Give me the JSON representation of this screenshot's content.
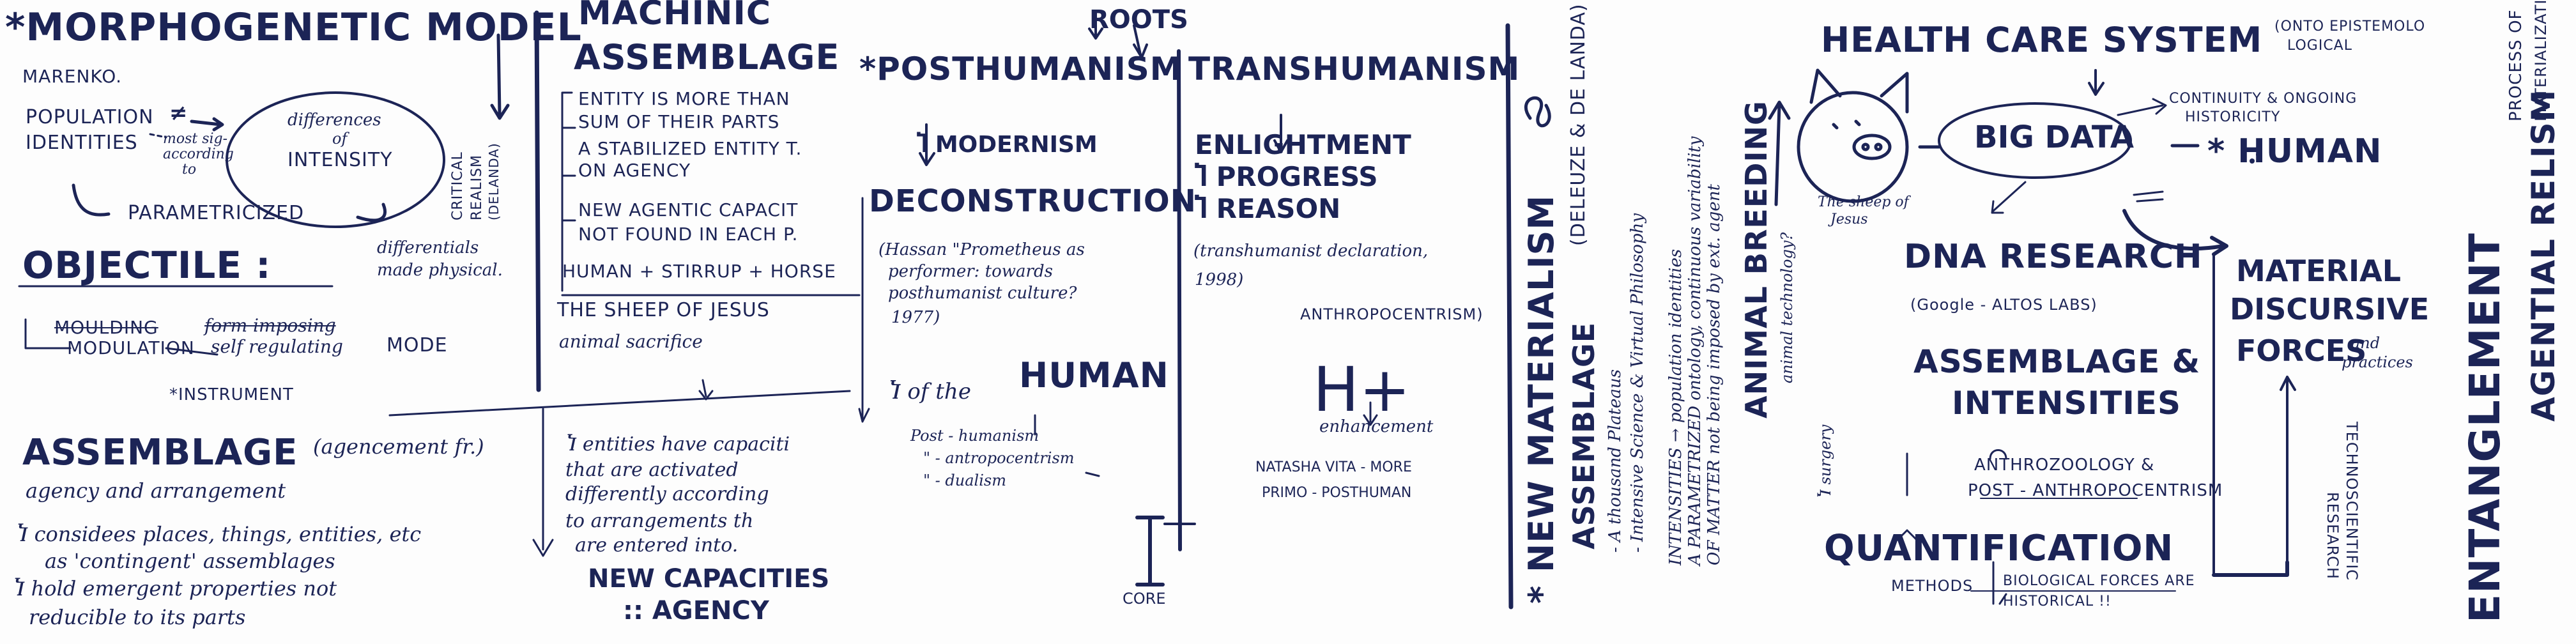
{
  "morpho": {
    "title": "*MORPHOGENETIC MODEL",
    "author": "MARENKO.",
    "pop_line1": "POPULATION",
    "pop_line2": "IDENTITIES",
    "pop_sym": "≠",
    "most_sig_1": "most sig-",
    "most_sig_2": "according",
    "most_sig_3": "to",
    "diff_1": "differences",
    "diff_2": "of",
    "diff_3": "INTENSITY",
    "critical_1": "CRITICAL",
    "critical_2": "REALISM",
    "critical_3": "(DELANDA)",
    "parametricized": "PARAMETRICIZED",
    "objectile": "OBJECTILE :",
    "differentials_1": "differentials",
    "differentials_2": "made physical.",
    "molding": "MOULDING",
    "form_imposing": "form imposing",
    "modulation": "MODULATION",
    "self_regulating": "self regulating",
    "mode": "MODE",
    "instrument": "*INSTRUMENT"
  },
  "assemblage": {
    "title": "ASSEMBLAGE",
    "agencement": "(agencement fr.)",
    "agency": "agency and arrangement",
    "l1": "Ⴈ considees places, things, entities, etc",
    "l2": "as 'contingent' assemblages",
    "l3": "Ⴈ hold emergent properties not",
    "l4": "reducible to its parts"
  },
  "machinic": {
    "title1": "MACHINIC",
    "title2": "ASSEMBLAGE",
    "l1": "ENTITY IS MORE THAN",
    "l2": "SUM OF THEIR PARTS",
    "l3": "A STABILIZED ENTITY T.",
    "l4": "ON AGENCY",
    "l5": "NEW AGENTIC CAPACIT",
    "l6": "NOT FOUND IN EACH P.",
    "l7": "HUMAN + STIRRUP + HORSE",
    "sheep": "THE SHEEP OF JESUS",
    "sacrifice": "animal sacrifice",
    "cap1": "Ⴈ entities have capaciti",
    "cap2": "that are activated",
    "cap3": "differently according",
    "cap4": "to arrangements th",
    "cap5": "are entered into.",
    "newcap1": "NEW CAPACITIES",
    "newcap2": ":: AGENCY"
  },
  "roots": {
    "title": "ROOTS",
    "posthumanism": "*POSTHUMANISM",
    "modernism": "Ⴈ MODERNISM",
    "deconstruction": "DECONSTRUCTION",
    "hassan1": "(Hassan \"Prometheus as",
    "hassan2": "performer: towards",
    "hassan3": "posthumanist culture?",
    "hassan4": "1977)",
    "of_the": "Ⴈ of the",
    "human": "HUMAN",
    "post": "Post - humanism",
    "anthropo": "\" - antropocentrism",
    "dualism": "\" - dualism",
    "transhumanism": "TRANSHUMANISM",
    "enlightenment": "ENLIGHTMENT",
    "progress": "Ⴈ PROGRESS",
    "reason": "Ⴈ REASON",
    "decl1": "(transhumanist declaration,",
    "decl2": "1998)",
    "anthropocentrism": "ANTHROPOCENTRISM)",
    "hplus": "H+",
    "enhancement": "enhancement",
    "vita": "NATASHA VITA - MORE",
    "primo": "PRIMO - POSTHUMAN",
    "core": "CORE"
  },
  "newmat": {
    "title": "* NEW MATERIALISM",
    "deleuze": "(DELEUZE & DE LANDA)",
    "assemblage": "ASSEMBLAGE",
    "plateaus1": "- A thousand Plateaus",
    "plateaus2": "- Intensive Science & Virtual Philosophy",
    "int1": "INTENSITIES → population identities",
    "int2": "A PARAMETRIZED ontology, continuous variability",
    "int3": "OF MATTER not being imposed by ext. agent",
    "breeding": "ANIMAL BREEDING",
    "breeding_tech": "animal technology?",
    "surgery": "Ⴈ surgery"
  },
  "health": {
    "title": "HEALTH CARE SYSTEM",
    "onto1": "(ONTO EPISTEMOLO",
    "onto2": "LOGICAL",
    "bigdata": "BIG DATA",
    "cont1": "CONTINUITY & ONGOING",
    "cont2": "HISTORICITY",
    "human": "* HUMAN",
    "sheep1": "The sheep of",
    "sheep2": "Jesus",
    "dna": "DNA RESEARCH",
    "google": "(Google - ALTOS LABS)",
    "assem1": "ASSEMBLAGE &",
    "assem2": "INTENSITIES",
    "anthro1": "ANTHROZOOLOGY &",
    "anthro2": "POST - ANTHROPOCENTRISM",
    "quant": "QUANTIFICATION",
    "methods": "METHODS",
    "bio1": "BIOLOGICAL FORCES ARE",
    "bio2": "HISTORICAL !!",
    "mdf1": "MATERIAL",
    "mdf2": "DISCURSIVE",
    "mdf3": "FORCES",
    "and1": "and",
    "and2": "practices",
    "techno1": "TECHNOSCIENTIFIC",
    "techno2": "RESEARCH",
    "ent": "ENTANGLEMENT",
    "agential": "AGENTIAL RELISM",
    "process1": "PROCESS OF",
    "process2": "MATERIALIZATION"
  }
}
